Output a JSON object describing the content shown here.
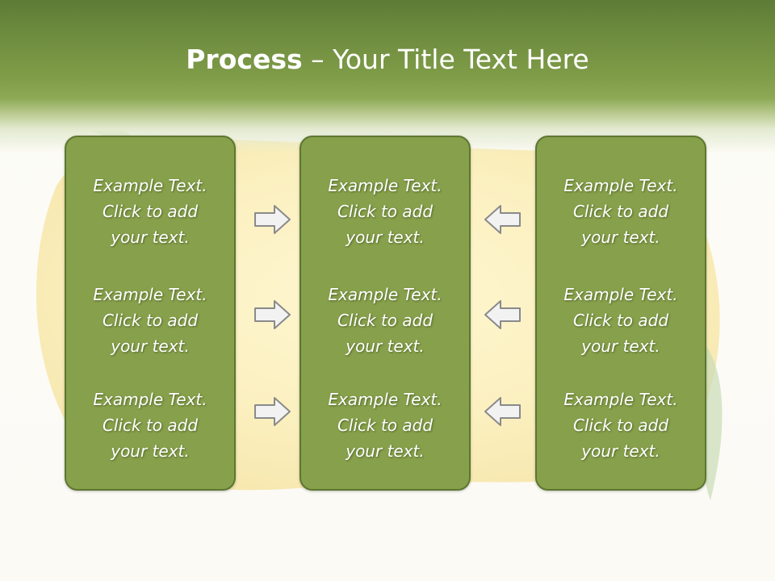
{
  "slide": {
    "title_bold": "Process",
    "title_rest": " – Your Title Text Here"
  },
  "columns": [
    {
      "blocks": [
        {
          "line1": "Example Text.",
          "line2": "Click  to add",
          "line3": "your text."
        },
        {
          "line1": "Example Text.",
          "line2": "Click  to add",
          "line3": "your text."
        },
        {
          "line1": "Example Text.",
          "line2": "Click  to add",
          "line3": "your text."
        }
      ]
    },
    {
      "blocks": [
        {
          "line1": "Example Text.",
          "line2": "Click  to add",
          "line3": "your text."
        },
        {
          "line1": "Example Text.",
          "line2": "Click  to add",
          "line3": "your text."
        },
        {
          "line1": "Example Text.",
          "line2": "Click  to add",
          "line3": "your text."
        }
      ]
    },
    {
      "blocks": [
        {
          "line1": "Example Text.",
          "line2": "Click  to add",
          "line3": "your text."
        },
        {
          "line1": "Example Text.",
          "line2": "Click  to add",
          "line3": "your text."
        },
        {
          "line1": "Example Text.",
          "line2": "Click  to add",
          "line3": "your text."
        }
      ]
    }
  ],
  "arrows": {
    "left_group": "right-arrow-icon",
    "right_group": "left-arrow-icon"
  },
  "colors": {
    "header": "#6d8b3e",
    "box_fill": "#87a04b",
    "box_border": "#5d7730",
    "text": "#ffffff",
    "arrow_fill": "#f2f2f2",
    "arrow_stroke": "#8a8a8a"
  }
}
